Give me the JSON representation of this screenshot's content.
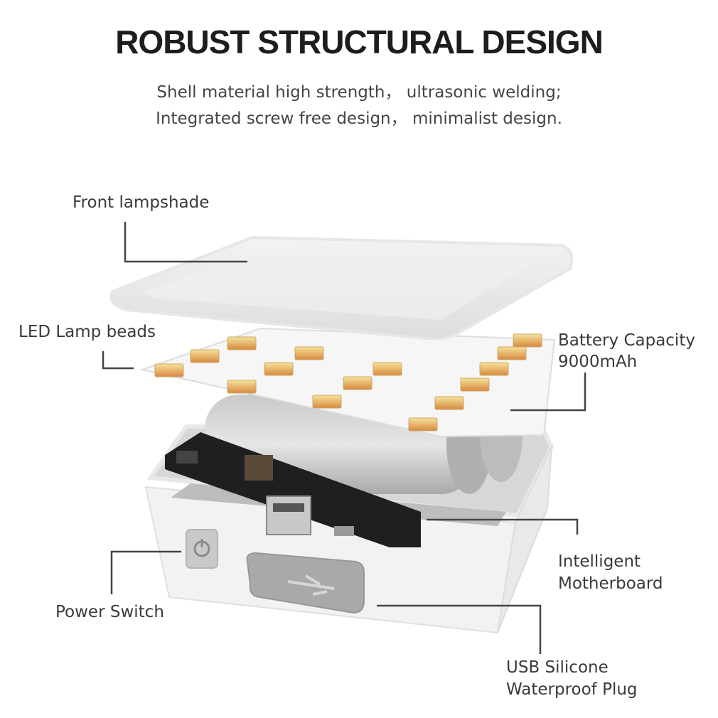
{
  "header": {
    "title": "ROBUST STRUCTURAL DESIGN",
    "line1": "Shell material high strength， ultrasonic welding;",
    "line2": "Integrated screw free design， minimalist design."
  },
  "labels": {
    "front_lampshade": "Front lampshade",
    "led_beads": "LED Lamp beads",
    "battery_line1": "Battery Capacity",
    "battery_line2": "9000mAh",
    "motherboard_line1": "Intelligent",
    "motherboard_line2": "Motherboard",
    "power_switch": "Power Switch",
    "usb_line1": "USB Silicone",
    "usb_line2": "Waterproof Plug"
  }
}
